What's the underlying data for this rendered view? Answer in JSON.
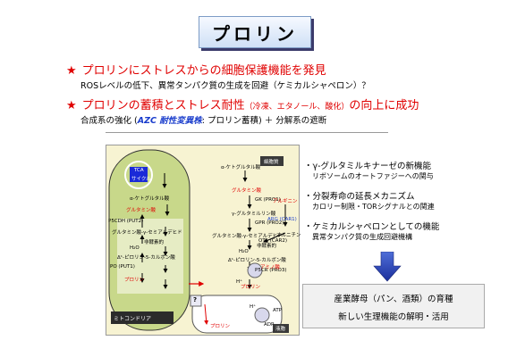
{
  "title": "プロリン",
  "bullets": [
    {
      "star": "★",
      "text": "プロリンにストレスからの細胞保護機能を発見",
      "sub": "ROSレベルの低下、異常タンパク質の生成を回避（ケミカルシャペロン）？"
    },
    {
      "star": "★",
      "text_a": "プロリンの蓄積とストレス耐性",
      "text_b": "（冷凍、エタノール、酸化）",
      "text_c": "の向上に成功",
      "sub_a": "合成系の強化 (",
      "sub_b": "AZC 耐性変異株",
      "sub_c": ": プロリン蓄積) ＋ 分解系の遮断"
    }
  ],
  "diagram": {
    "mito_label": "ミトコンドリア",
    "cyto_label": "細胞質",
    "vacuole_label": "液胞",
    "tca_a": "TCA",
    "tca_b": "サイクル",
    "alpha_kg_mito": "α-ケトグルタル酸",
    "glu_mito": "グルタミン酸",
    "p5cdh": "P5CDH (PUT2)",
    "gsa_mito": "グルタミン酸-γ-セミアルデヒド",
    "nonenz_mito": "非酵素的",
    "h2o_mito": "H₂O",
    "p5c_mito": "Δ¹-ピロリン-5-カルボン酸",
    "po": "PO (PUT1)",
    "pro_mito": "プロリン",
    "alpha_kg": "α-ケトグルタル酸",
    "glu": "グルタミン酸",
    "gk": "GK (PRO1)",
    "ggp": "γ-グルタミルリン酸",
    "gpr": "GPR (PRO2)",
    "gsa": "グルタミン酸-γ-セミアルデヒド",
    "nonenz": "非酵素的",
    "h2o": "H₂O",
    "p5c": "Δ¹-ピロリン-5-カルボン酸",
    "p5cr": "P5CR (PRO3)",
    "pro": "プロリン",
    "arg": "アルギニン",
    "arg_enz": "ARG (CAR1)",
    "orn": "オルニチン",
    "ota": "OTA (CAR2)",
    "aa": "アミノ酸",
    "hplus_1": "H⁺",
    "hplus_2": "H⁺",
    "atp": "ATP",
    "adp": "ADP",
    "q": "?",
    "pro_vac": "プロリン"
  },
  "right_items": [
    {
      "title": "・γ-グルタミルキナーゼの新機能",
      "desc": "リボソームのオートファジーへの関与"
    },
    {
      "title": "・分裂寿命の延長メカニズム",
      "desc": "カロリー制限・TORシグナルとの関連"
    },
    {
      "title": "・ケミカルシャペロンとしての機能",
      "desc": "異常タンパク質の生成回避機構"
    }
  ],
  "outcomes": {
    "line1": "産業酵母（パン、酒類）の育種",
    "line2": "新しい生理機能の解明・活用"
  }
}
